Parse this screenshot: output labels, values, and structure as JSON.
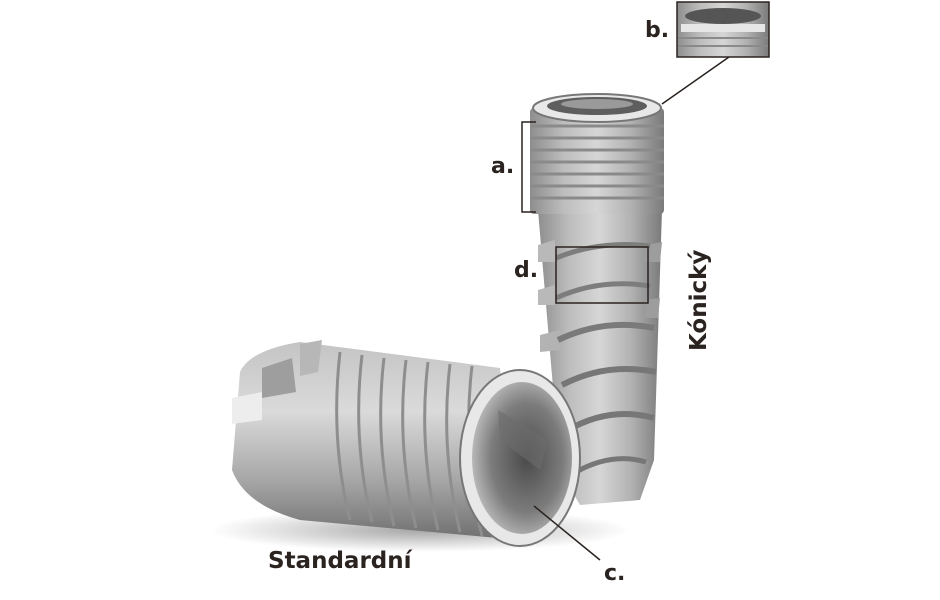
{
  "labels": {
    "a": "a.",
    "b": "b.",
    "c": "c.",
    "d": "d.",
    "standard": "Standardní",
    "conical": "Kónický"
  },
  "colors": {
    "text": "#2a2320",
    "leader_line": "#2a2320",
    "metal_light": "#d8d8d8",
    "metal_mid": "#a9a9a9",
    "metal_dark": "#6e6e6e"
  }
}
